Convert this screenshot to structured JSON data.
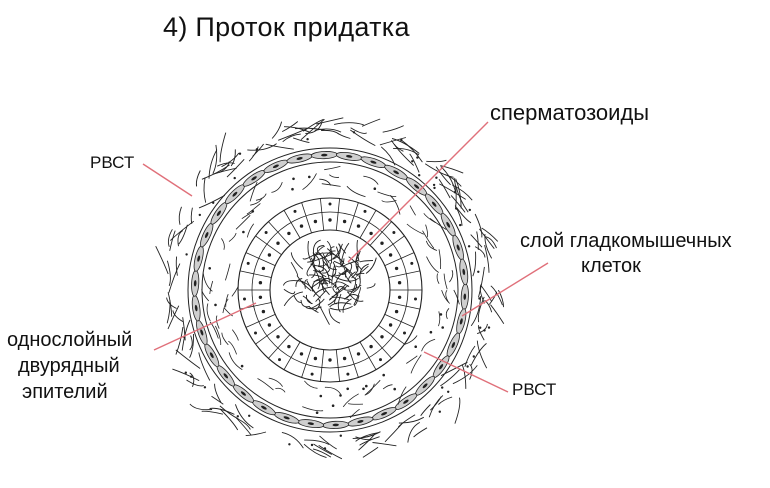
{
  "title": "4) Проток придатка",
  "labels": {
    "sperm": "сперматозоиды",
    "rvst_top": "РВСТ",
    "smooth_muscle_line1": "слой гладкомышечных",
    "smooth_muscle_line2": "клеток",
    "epithelium_line1": "однослойный",
    "epithelium_line2": "двурядный",
    "epithelium_line3": "эпителий",
    "rvst_bottom": "РВСТ"
  },
  "colors": {
    "pointer": "#e0707a",
    "ink": "#222222",
    "muscle_fill": "#cfcfcf"
  }
}
